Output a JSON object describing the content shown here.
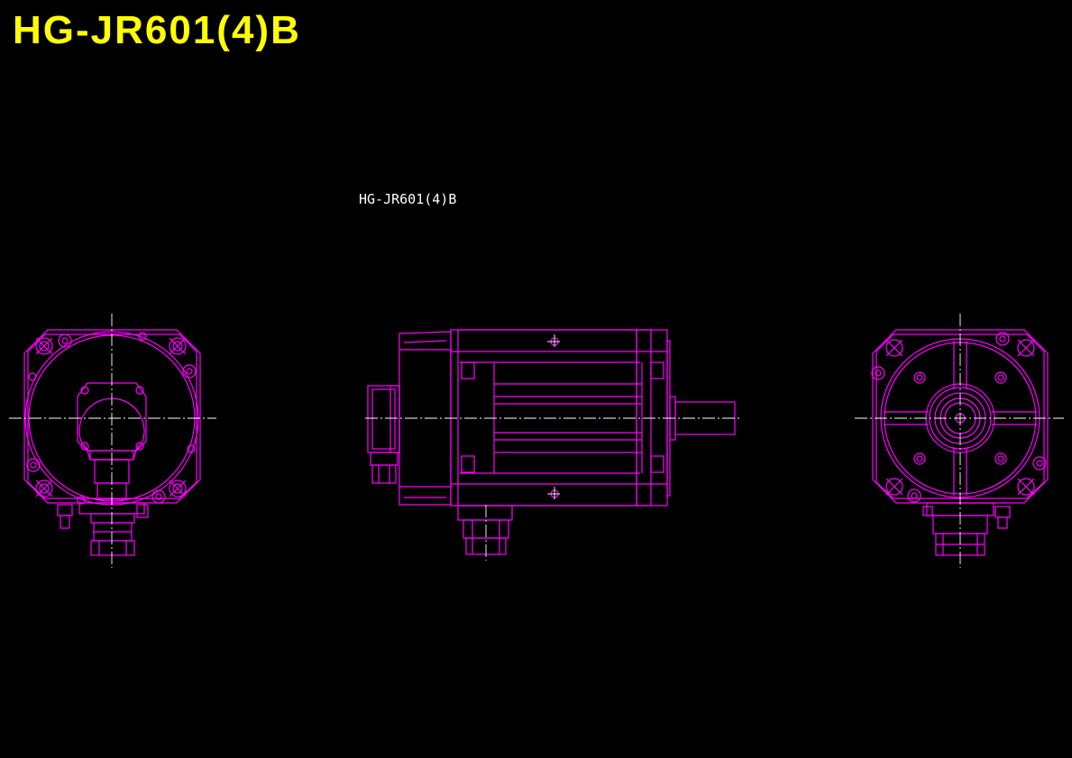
{
  "title": "HG-JR601(4)B",
  "drawing_label": "HG-JR601(4)B",
  "colors": {
    "background": "#000000",
    "title": "#ffff00",
    "outline": "#ff00ff",
    "center": "#ffffff",
    "label": "#ffffff"
  },
  "views": [
    {
      "name": "rear-view"
    },
    {
      "name": "side-view"
    },
    {
      "name": "front-view"
    }
  ]
}
